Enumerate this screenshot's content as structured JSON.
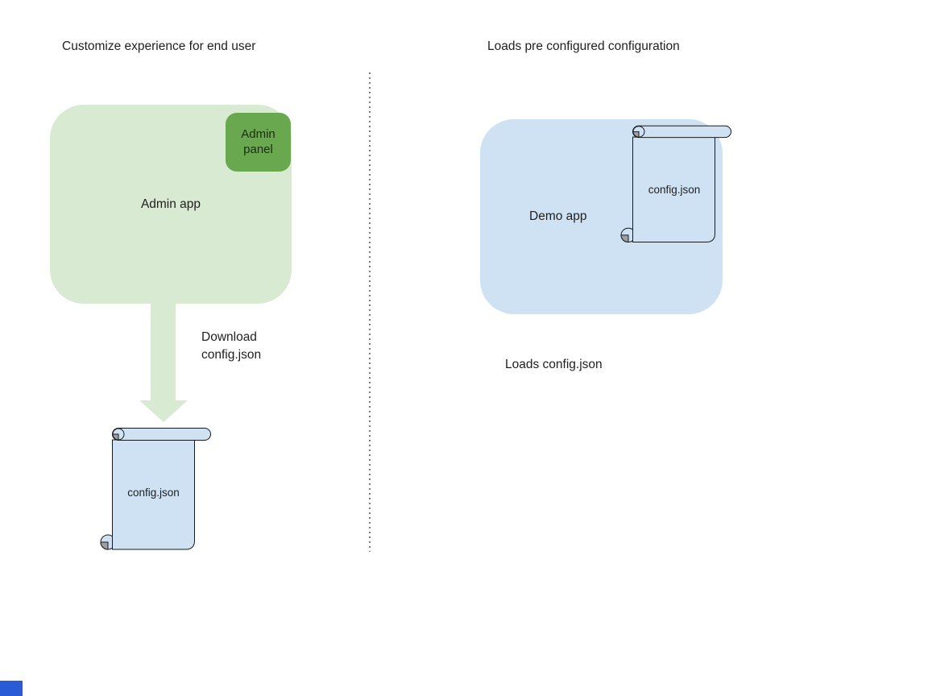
{
  "colors": {
    "admin_app_fill": "#d9ead3",
    "admin_panel_fill": "#6aa84f",
    "demo_app_fill": "#cfe2f3",
    "scroll_fill": "#cfe2f3",
    "arrow_fill": "#d9ead3",
    "divider_color": "#7d7d7d",
    "corner_mark": "#2a5bd7"
  },
  "left": {
    "title": "Customize experience for end user",
    "admin_app_label": "Admin app",
    "admin_panel_label": "Admin panel",
    "arrow_caption": "Download config.json",
    "config_file_label": "config.json"
  },
  "right": {
    "title": "Loads pre configured configuration",
    "demo_app_label": "Demo app",
    "config_file_label": "config.json",
    "caption": "Loads config.json"
  }
}
